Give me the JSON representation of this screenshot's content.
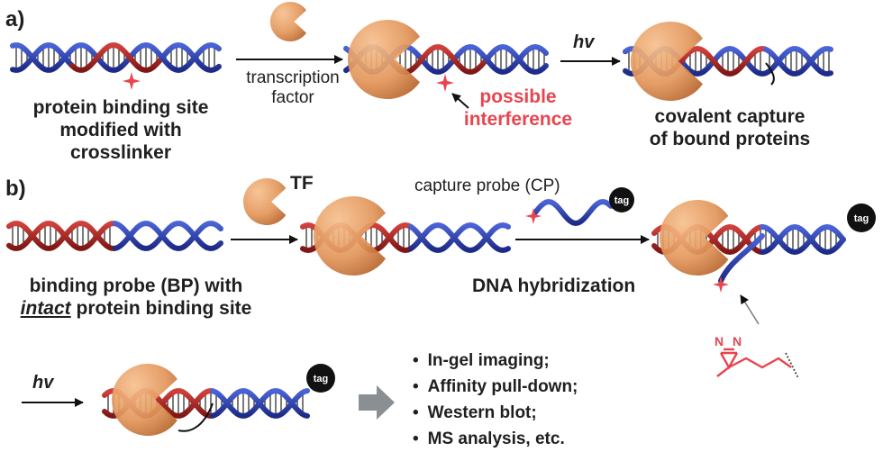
{
  "panel_a": {
    "label": "a)",
    "step1_caption": [
      "protein binding site",
      "modified with",
      "crosslinker"
    ],
    "arrow1_caption": [
      "transcription",
      "factor"
    ],
    "interference": [
      "possible",
      "interference"
    ],
    "hv": "hv",
    "step3_caption": [
      "covalent capture",
      "of bound proteins"
    ]
  },
  "panel_b": {
    "label": "b)",
    "tf": "TF",
    "cp_title": "capture probe (CP)",
    "tag": "tag",
    "bp_caption": {
      "line1": "binding probe (BP) with",
      "intact": "intact",
      "rest": " protein binding site"
    },
    "hybridization": "DNA hybridization",
    "diazirine_n": "N",
    "hv": "hv",
    "applications": [
      "In-gel imaging;",
      "Affinity pull-down;",
      "Western blot;",
      "MS analysis, etc."
    ]
  },
  "colors": {
    "red_strand": "#a3211f",
    "blue_strand": "#2f3fb0",
    "protein": "#e3965a",
    "crosslinker": "#e8454f",
    "tag": "#111111",
    "gray_arrow": "#8a8f93"
  }
}
